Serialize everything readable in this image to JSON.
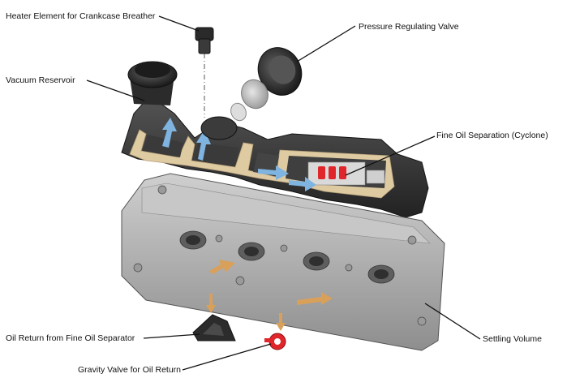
{
  "labels": {
    "heater": "Heater Element for Crankcase Breather",
    "pressure_valve": "Pressure Regulating Valve",
    "vacuum": "Vacuum Reservoir",
    "fine_oil": "Fine Oil Separation (Cyclone)",
    "settling": "Settling Volume",
    "oil_return": "Oil Return from Fine Oil Separator",
    "gravity_valve": "Gravity Valve for Oil Return"
  },
  "colors": {
    "housing_dark": "#2e2e2e",
    "housing_mid": "#4a4a4a",
    "cover_light": "#b8b8b8",
    "cover_shade": "#8c8c8c",
    "cut_face": "#e8d3a8",
    "flow_arrow": "#7fb4e0",
    "oil_arrow": "#d9a05a",
    "red_valve": "#e0262a"
  }
}
